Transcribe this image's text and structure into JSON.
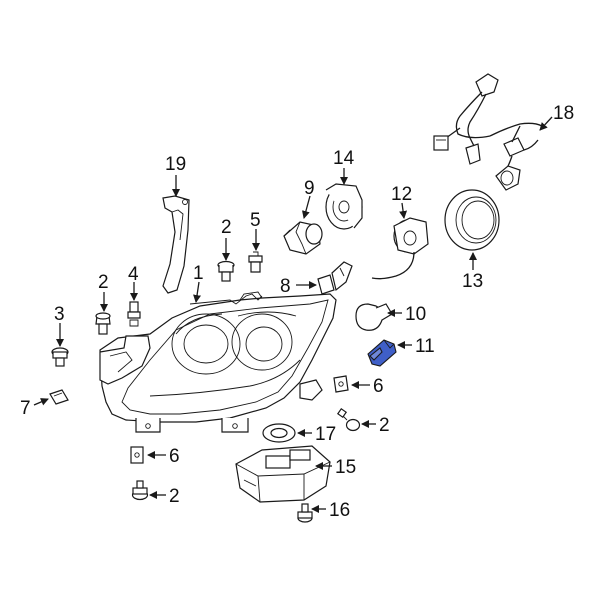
{
  "colors": {
    "line": "#1a1a1a",
    "highlight": "#3f5fc8",
    "background": "#ffffff"
  },
  "callouts": {
    "c1": "1",
    "c2a": "2",
    "c2b": "2",
    "c2c": "2",
    "c2d": "2",
    "c3": "3",
    "c4": "4",
    "c5": "5",
    "c6a": "6",
    "c6b": "6",
    "c7": "7",
    "c8": "8",
    "c9": "9",
    "c10": "10",
    "c11": "11",
    "c12": "12",
    "c13": "13",
    "c14": "14",
    "c15": "15",
    "c16": "16",
    "c17": "17",
    "c18": "18",
    "c19": "19"
  }
}
